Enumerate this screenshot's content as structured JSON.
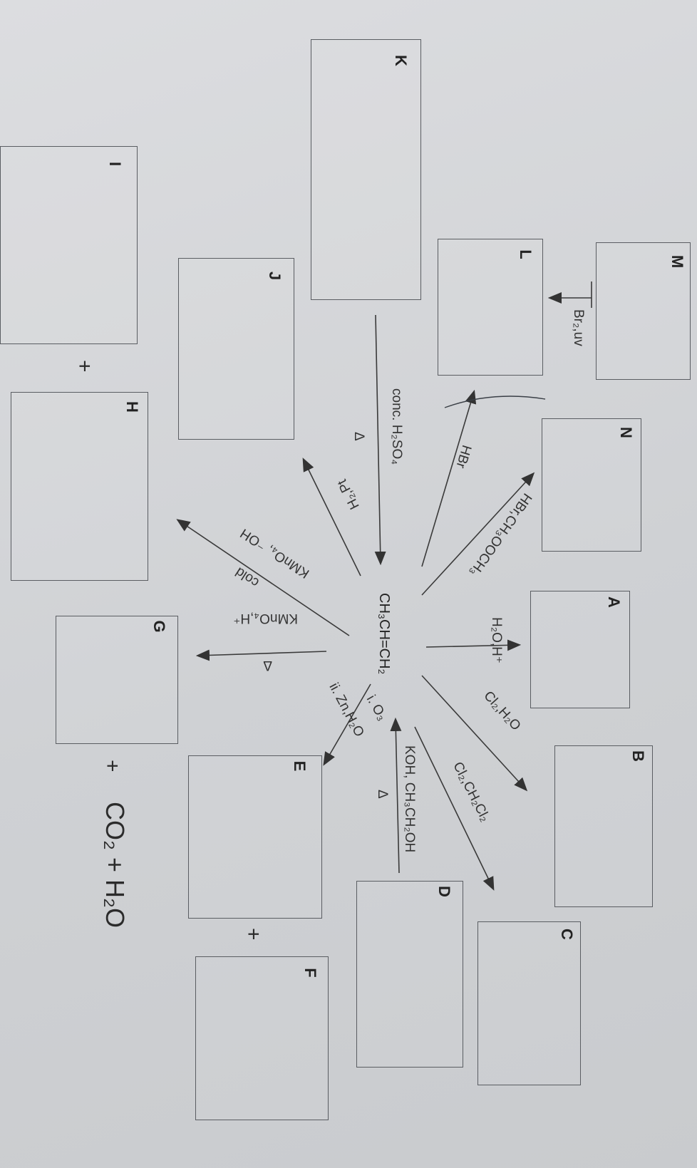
{
  "center_compound": "CH₃CH=CH₂",
  "boxes": {
    "A": "A",
    "B": "B",
    "C": "C",
    "D": "D",
    "E": "E",
    "F": "F",
    "G": "G",
    "H": "H",
    "I": "I",
    "J": "J",
    "K": "K",
    "L": "L",
    "M": "M",
    "N": "N"
  },
  "conditions": {
    "to_A": "H₂O,H⁺",
    "to_B": "Cl₂,H₂O",
    "to_C": "Cl₂,CH₂Cl₂",
    "from_D_1": "KOH, CH₃CH₂OH",
    "from_D_2": "Δ",
    "to_E_1": "i. O₃",
    "to_E_2": "ii. Zn,H₂O",
    "to_G_1": "KMnO₄,H⁺",
    "to_G_2": "Δ",
    "to_H_1": "KMnO₄, ⁻OH",
    "to_H_2": "cold",
    "to_J": "H₂,Pt",
    "from_K_1": "conc. H₂SO₄",
    "from_K_2": "Δ",
    "to_L": "HBr",
    "to_N": "HBr,CH₃OOCH₃",
    "L_to_M": "Br₂,uv"
  },
  "extras": {
    "plus_HI": "+",
    "plus_EF": "+",
    "plus_G": "+",
    "co2_h2o": "CO₂ + H₂O"
  }
}
